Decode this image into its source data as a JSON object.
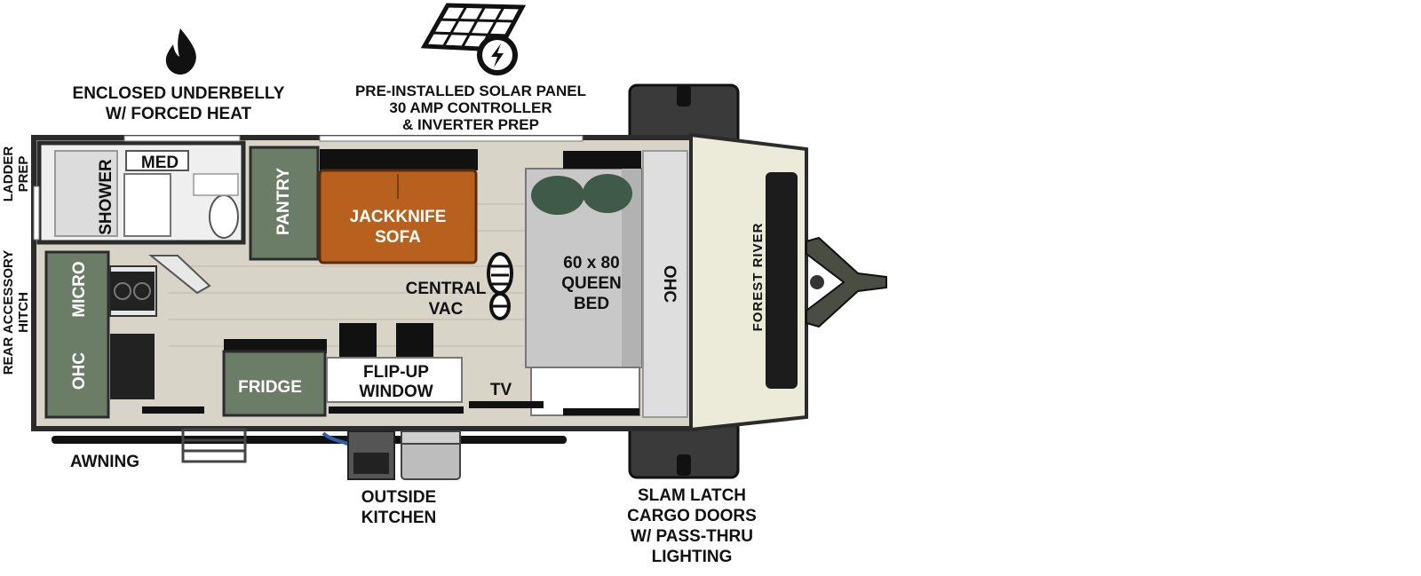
{
  "callouts": {
    "underbelly": [
      "ENCLOSED UNDERBELLY",
      "W/ FORCED HEAT"
    ],
    "solar": [
      "PRE-INSTALLED SOLAR PANEL",
      "30 AMP CONTROLLER",
      "& INVERTER PREP"
    ],
    "ladder": [
      "LADDER",
      "PREP"
    ],
    "rear_hitch": [
      "REAR ACCESSORY",
      "HITCH"
    ],
    "awning": "AWNING",
    "outside_kitchen": [
      "OUTSIDE",
      "KITCHEN"
    ],
    "cargo_doors": [
      "SLAM LATCH",
      "CARGO DOORS",
      "W/ PASS-THRU",
      "LIGHTING"
    ]
  },
  "rooms": {
    "shower": "SHOWER",
    "med": "MED",
    "pantry": "PANTRY",
    "sofa": [
      "JACKKNIFE",
      "SOFA"
    ],
    "central_vac": [
      "CENTRAL",
      "VAC"
    ],
    "bed": [
      "60 x 80",
      "QUEEN",
      "BED"
    ],
    "ohc_front": "OHC",
    "micro": "MICRO",
    "ohc_rear": "OHC",
    "fridge": "FRIDGE",
    "flip_window": [
      "FLIP-UP",
      "WINDOW"
    ],
    "tv": "TV"
  },
  "brand": "FOREST RIVER",
  "colors": {
    "cabinet_green": "#6b7d66",
    "sofa_orange": "#b8611e",
    "floor": "#d9d4c8",
    "cap_cream": "#ecebd9",
    "wall": "#2b2b2b",
    "bed_gray": "#c8c8c8",
    "pillow_green": "#3f5a48"
  },
  "icons": [
    "flame-icon",
    "solar-panel-icon",
    "footprint-icon"
  ]
}
